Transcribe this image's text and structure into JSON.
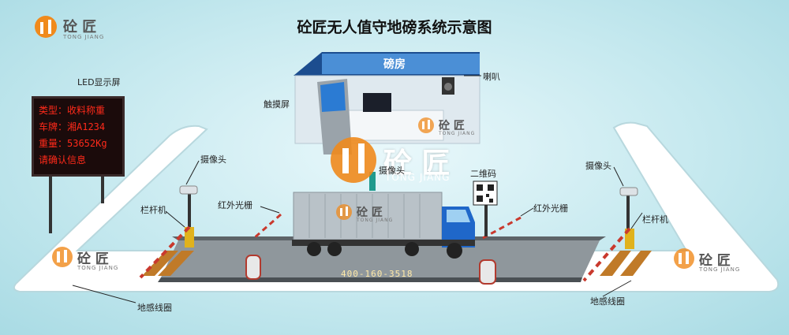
{
  "title": "砼匠无人值守地磅系统示意图",
  "brand": {
    "name": "砼 匠",
    "sub": "TONG JIANG"
  },
  "watermark": {
    "name": "砼 匠",
    "sub": "TONG JIANG"
  },
  "labels": {
    "led_screen": "LED显示屏",
    "booth": "磅房",
    "speaker": "喇叭",
    "touch_screen": "触摸屏",
    "camera_center": "摄像头",
    "camera_left": "摄像头",
    "camera_right": "摄像头",
    "qr_code": "二维码",
    "barrier_left": "栏杆机",
    "barrier_right": "栏杆机",
    "ir_left": "红外光栅",
    "ir_right": "红外光栅",
    "loop_left": "地感线圈",
    "loop_right": "地感线圈"
  },
  "led_lines": [
    "类型：收料称重",
    "车牌：湘A1234",
    "重量：53652Kg",
    "请确认信息"
  ],
  "phone": "400-160-3518",
  "colors": {
    "accent": "#f08a1c",
    "led_text": "#ff2a1a",
    "truck_cab": "#1f67c9",
    "booth_roof": "#1c4d8f"
  }
}
